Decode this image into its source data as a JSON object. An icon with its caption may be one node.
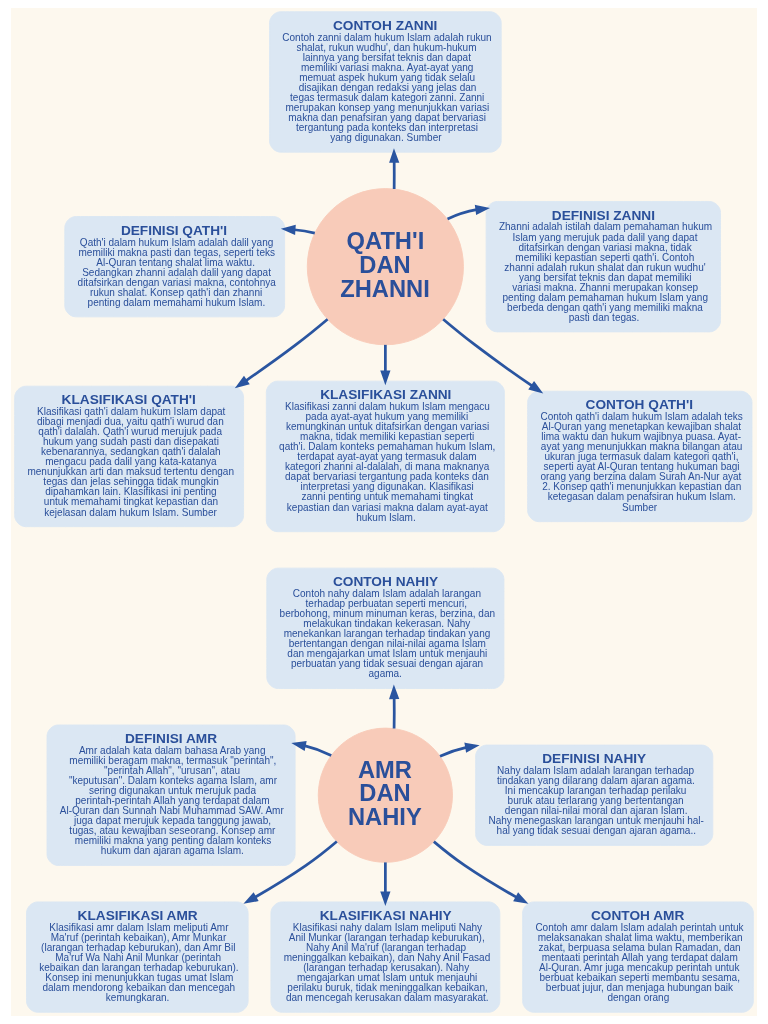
{
  "diagram": {
    "nodes": [
      {
        "text": [
          "CONTOH ZANNI",
          "Contoh zanni dalam hukum Islam adalah rukun shalat, rukun wudhu', dan hukum-hukum lainnya yang bersifat teknis dan dapat memiliki variasi makna. Ayat-ayat yang memuat aspek hukum yang tidak selalu disajikan dengan redaksi yang jelas dan tegas termasuk dalam kategori zanni. Zanni merupakan konsep yang menunjukkan variasi makna dan penafsiran yang dapat bervariasi tergantung pada konteks dan interpretasi yang digunakan. Sumber"
        ]
      },
      {
        "text": [
          "DEFINISI QATH'I",
          "Qath'i dalam hukum Islam adalah dalil yang memiliki makna pasti dan tegas, seperti teks Al-Quran tentang shalat lima waktu. Sedangkan zhanni adalah dalil yang dapat ditafsirkan dengan variasi makna, contohnya rukun shalat. Konsep qath'i dan zhanni penting dalam memahami hukum Islam."
        ]
      },
      {
        "text": [
          "DEFINISI ZANNI",
          "Zhanni adalah istilah dalam pemahaman hukum Islam yang merujuk pada dalil yang dapat ditafsirkan dengan variasi makna, tidak memiliki kepastian seperti qath'i. Contoh zhanni adalah rukun shalat dan rukun wudhu' yang bersifat teknis dan dapat memiliki variasi makna. Zhanni merupakan konsep penting dalam pemahaman hukum Islam yang berbeda dengan qath'i yang memiliki makna pasti dan tegas."
        ]
      },
      {
        "text": [
          "QATH'I DAN ZHANNI"
        ]
      },
      {
        "text": [
          "KLASIFIKASI QATH'I",
          "Klasifikasi qath'i dalam hukum Islam dapat dibagi menjadi dua, yaitu qath'i wurud dan qath'i dalalah. Qath'i wurud merujuk pada hukum yang sudah pasti dan disepakati kebenarannya, sedangkan qath'i dalalah mengacu pada dalil yang kata-katanya menunjukkan arti dan maksud tertentu dengan tegas dan jelas sehingga tidak mungkin dipahamkan lain. Klasifikasi ini penting untuk memahami tingkat kepastian dan kejelasan dalam hukum Islam. Sumber"
        ]
      },
      {
        "text": [
          "KLASIFIKASI ZANNI",
          "Klasifikasi zanni dalam hukum Islam mengacu pada ayat-ayat hukum yang memiliki kemungkinan untuk ditafsirkan dengan variasi makna, tidak memiliki kepastian seperti qath'i. Dalam konteks pemahaman hukum Islam, terdapat ayat-ayat yang termasuk dalam kategori zhanni al-dalalah, di mana maknanya dapat bervariasi tergantung pada konteks dan interpretasi yang digunakan. Klasifikasi zanni penting untuk memahami tingkat kepastian dan variasi makna dalam ayat-ayat hukum Islam."
        ]
      },
      {
        "text": [
          "CONTOH QATH'I",
          "Contoh qath'i dalam hukum Islam adalah teks Al-Quran yang menetapkan kewajiban shalat lima waktu dan hukum wajibnya puasa. Ayat-ayat yang menunjukkan makna bilangan atau ukuran juga termasuk dalam kategori qath'i, seperti ayat Al-Quran tentang hukuman bagi orang yang berzina dalam Surah An-Nur ayat 2. Konsep qath'i menunjukkan kepastian dan ketegasan dalam penafsiran hukum Islam. Sumber"
        ]
      },
      {
        "text": [
          "CONTOH NAHIY",
          "Contoh nahy dalam Islam adalah larangan terhadap perbuatan seperti mencuri, berbohong, minum minuman keras, berzina, dan melakukan tindakan kekerasan. Nahy menekankan larangan terhadap tindakan yang bertentangan dengan nilai-nilai agama Islam dan mengajarkan umat Islam untuk menjauhi perbuatan yang tidak sesuai dengan ajaran agama."
        ]
      },
      {
        "text": [
          "DEFINISI AMR",
          "Amr adalah kata dalam bahasa Arab yang memiliki beragam makna, termasuk \"perintah\", \"perintah Allah\", \"urusan\", atau \"keputusan\". Dalam konteks agama Islam, amr sering digunakan untuk merujuk pada perintah-perintah Allah yang terdapat dalam Al-Quran dan Sunnah Nabi Muhammad SAW. Amr juga dapat merujuk kepada tanggung jawab, tugas, atau kewajiban seseorang. Konsep amr memiliki makna yang penting dalam konteks hukum dan ajaran agama Islam."
        ]
      },
      {
        "text": [
          "DEFINISI NAHIY",
          "Nahy dalam Islam adalah larangan terhadap tindakan yang dilarang dalam ajaran agama. Ini mencakup larangan terhadap perilaku buruk atau terlarang yang bertentangan dengan nilai-nilai moral dan ajaran Islam. Nahy menegaskan larangan untuk menjauhi hal-hal yang tidak sesuai dengan ajaran agama.."
        ]
      },
      {
        "text": [
          "AMR DAN NAHIY"
        ]
      },
      {
        "text": [
          "KLASIFIKASI AMR",
          "Klasifikasi amr dalam Islam meliputi Amr Ma'ruf (perintah kebaikan), Amr Munkar (larangan terhadap keburukan), dan Amr Bil Ma'ruf Wa Nahi Anil Munkar (perintah kebaikan dan larangan terhadap keburukan). Konsep ini menunjukkan tugas umat Islam dalam mendorong kebaikan dan mencegah kemungkaran."
        ]
      },
      {
        "text": [
          "KLASIFIKASI NAHIY",
          "Klasifikasi nahy dalam Islam meliputi Nahy Anil Munkar (larangan terhadap keburukan), Nahy Anil Ma'ruf (larangan terhadap meninggalkan kebaikan), dan Nahy Anil Fasad (larangan terhadap kerusakan). Nahy mengajarkan umat Islam untuk menjauhi perilaku buruk, tidak meninggalkan kebaikan, dan mencegah kerusakan dalam masyarakat."
        ]
      },
      {
        "text": [
          "CONTOH AMR",
          "Contoh amr dalam Islam adalah perintah untuk melaksanakan shalat lima waktu, memberikan zakat, berpuasa selama bulan Ramadan, dan mentaati perintah Allah yang terdapat dalam Al-Quran. Amr juga mencakup perintah untuk berbuat kebaikan seperti membantu sesama, berbuat jujur, dan menjaga hubungan baik dengan orang"
        ]
      }
    ],
    "edges": [
      {
        "from": 3,
        "to": 0,
        "arrow": "to"
      },
      {
        "from": 3,
        "to": 1,
        "arrow": "to"
      },
      {
        "from": 3,
        "to": 2,
        "arrow": "to"
      },
      {
        "from": 3,
        "to": 4,
        "arrow": "to"
      },
      {
        "from": 3,
        "to": 5,
        "arrow": "to"
      },
      {
        "from": 3,
        "to": 6,
        "arrow": "to"
      },
      {
        "from": 10,
        "to": 7,
        "arrow": "to"
      },
      {
        "from": 10,
        "to": 8,
        "arrow": "to"
      },
      {
        "from": 10,
        "to": 9,
        "arrow": "to"
      },
      {
        "from": 10,
        "to": 11,
        "arrow": "to"
      },
      {
        "from": 10,
        "to": 12,
        "arrow": "to"
      },
      {
        "from": 10,
        "to": 13,
        "arrow": "to"
      }
    ]
  }
}
